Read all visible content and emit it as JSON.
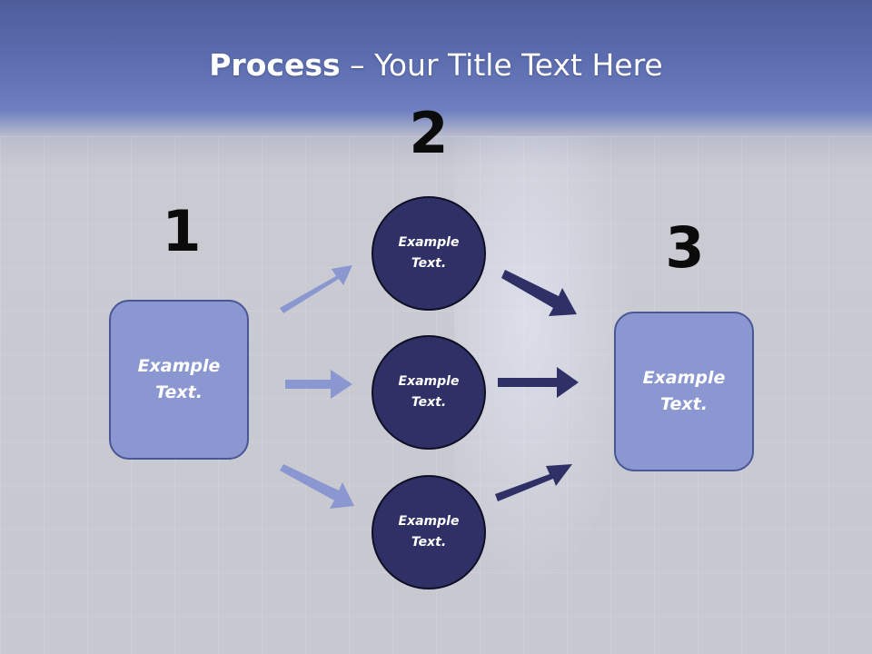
{
  "slide": {
    "title_bold": "Process",
    "title_rest": " – Your Title Text Here"
  },
  "steps": {
    "one": {
      "number": "1",
      "text": "Example Text."
    },
    "two": {
      "number": "2",
      "items": [
        "Example Text.",
        "Example Text.",
        "Example Text."
      ]
    },
    "three": {
      "number": "3",
      "text": "Example Text."
    }
  },
  "colors": {
    "light_arrow": "#8a97d0",
    "dark_arrow": "#2f3066",
    "box_fill": "#8a97d0",
    "circle_fill": "#2f3066"
  }
}
